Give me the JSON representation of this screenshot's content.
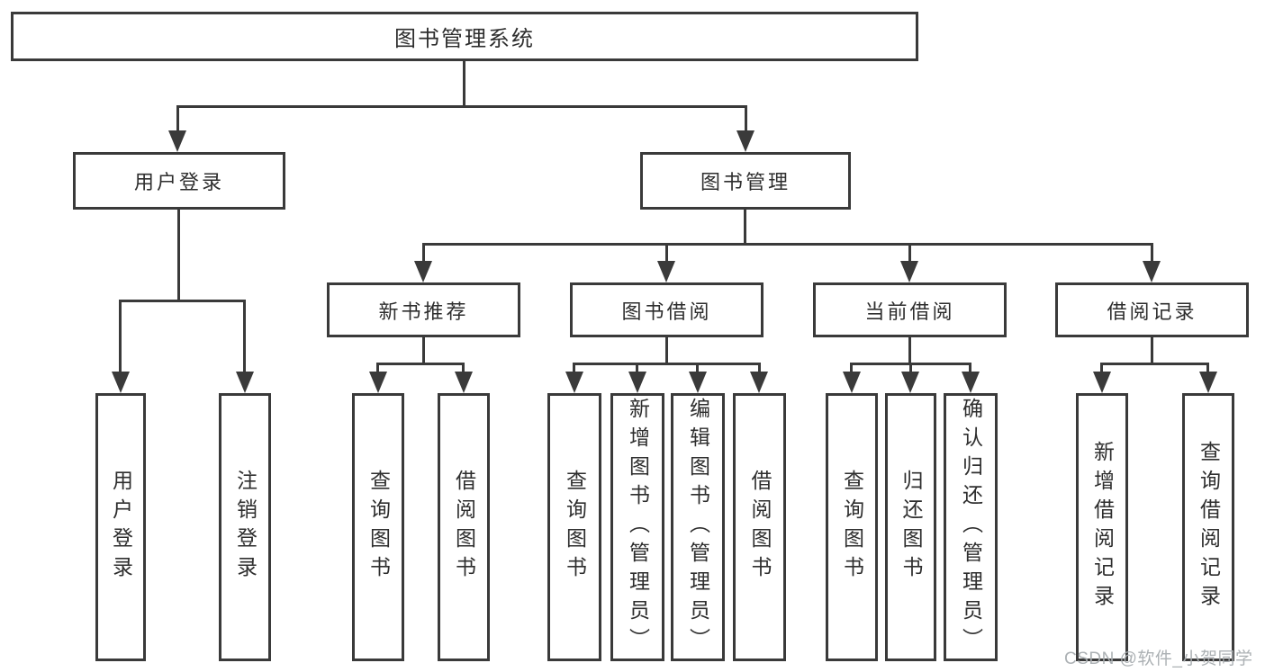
{
  "diagram": {
    "type": "hierarchy-tree",
    "colors": {
      "line": "#3a3a3a",
      "border": "#3a3a3a",
      "text": "#2e2e2e",
      "background": "#ffffff",
      "watermark": "#a8adb0"
    },
    "watermark": {
      "text": "CSDN @软件_小贺同学"
    },
    "tree": {
      "label": "图书管理系统",
      "children": [
        {
          "label": "用户登录",
          "children": [
            {
              "label": "用户登录"
            },
            {
              "label": "注销登录"
            }
          ]
        },
        {
          "label": "图书管理",
          "children": [
            {
              "label": "新书推荐",
              "children": [
                {
                  "label": "查询图书"
                },
                {
                  "label": "借阅图书"
                }
              ]
            },
            {
              "label": "图书借阅",
              "children": [
                {
                  "label": "查询图书"
                },
                {
                  "label": "新增图书（管理员）"
                },
                {
                  "label": "编辑图书（管理员）"
                },
                {
                  "label": "借阅图书"
                }
              ]
            },
            {
              "label": "当前借阅",
              "children": [
                {
                  "label": "查询图书"
                },
                {
                  "label": "归还图书"
                },
                {
                  "label": "确认归还（管理员）"
                }
              ]
            },
            {
              "label": "借阅记录",
              "children": [
                {
                  "label": "新增借阅记录"
                },
                {
                  "label": "查询借阅记录"
                }
              ]
            }
          ]
        }
      ]
    }
  }
}
